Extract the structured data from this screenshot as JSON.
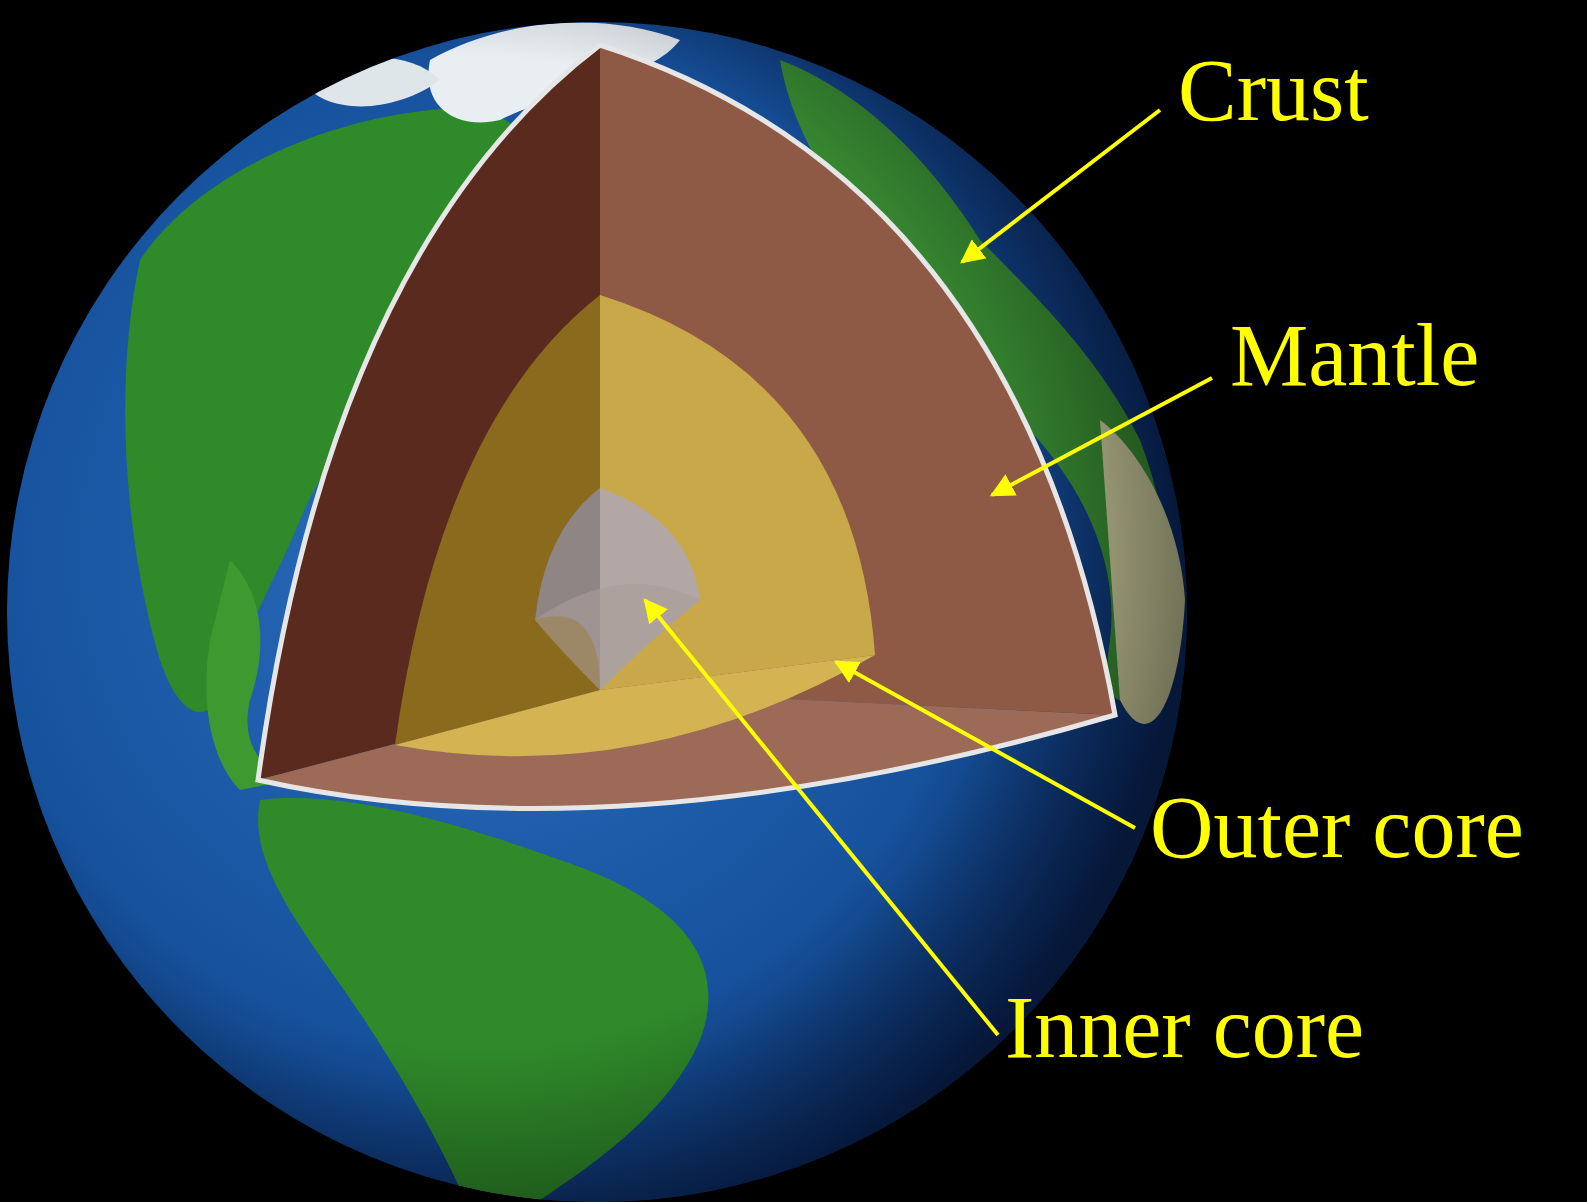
{
  "diagram": {
    "labels": [
      "Crust",
      "Mantle",
      "Outer core",
      "Inner core"
    ]
  }
}
